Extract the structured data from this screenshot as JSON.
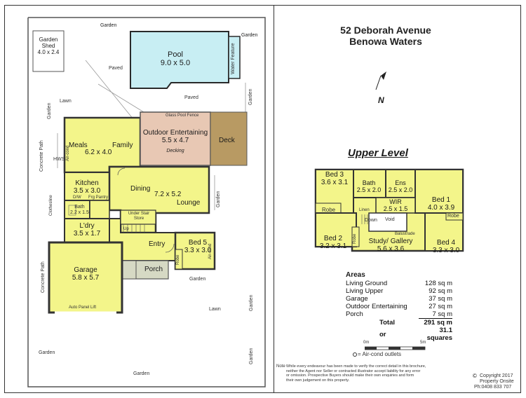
{
  "header": {
    "address_line1": "52 Deborah Avenue",
    "address_line2": "Benowa Waters"
  },
  "compass": {
    "north_label": "N"
  },
  "upper_level_title": "Upper Level",
  "ground": {
    "garden_shed": [
      "Garden",
      "Shed",
      "4.0 x 2.4"
    ],
    "pool": {
      "name": "Pool",
      "size": "9.0 x 5.0"
    },
    "water_feature": "Water Feature",
    "meals": {
      "name": "Meals",
      "size": "6.2 x 4.0"
    },
    "family": "Family",
    "outdoor": {
      "name": "Outdoor Entertaining",
      "size": "5.5 x 4.7",
      "note": "Decking"
    },
    "glass_fence": "Glass Pool Fence",
    "deck": "Deck",
    "kitchen": {
      "name": "Kitchen",
      "size": "3.5 x 3.0"
    },
    "dining": {
      "name": "Dining",
      "size": "7.2 x 5.2",
      "lounge": "Lounge"
    },
    "bath": {
      "name": "Bath",
      "size": "2.2 x 1.5"
    },
    "ldry": {
      "name": "L'dry",
      "size": "3.5 x 1.7"
    },
    "under_stair": "Under Stair Store",
    "up": "Up",
    "entry": "Entry",
    "bed5": {
      "name": "Bed 5",
      "size": "3.3 x 3.0"
    },
    "robe": "Robe",
    "aircond": "Air-cond",
    "porch": "Porch",
    "garage": {
      "name": "Garage",
      "size": "5.8 x 5.7",
      "lift": "Auto Panel Lift"
    },
    "pantry": "Frg Pantry",
    "dw": "D/W",
    "hws": "HWS",
    "clothesline": "Clothesline",
    "concrete_path": "Concrete Path",
    "labels": {
      "garden": "Garden",
      "paved": "Paved",
      "lawn": "Lawn"
    }
  },
  "upper": {
    "bed3": {
      "name": "Bed 3",
      "size": "3.6 x 3.1"
    },
    "bath": {
      "name": "Bath",
      "size": "2.5 x 2.0"
    },
    "ens": {
      "name": "Ens",
      "size": "2.5 x 2.0"
    },
    "bed1": {
      "name": "Bed 1",
      "size": "4.0 x 3.9"
    },
    "wir": {
      "name": "WIR",
      "size": "2.5 x 1.5"
    },
    "robe": "Robe",
    "linen": "Linen",
    "void": "Void",
    "down": "Down",
    "balustrade": "Balustrade",
    "bed2": {
      "name": "Bed 2",
      "size": "3.2 x 3.1"
    },
    "study": {
      "name": "Study/ Gallery",
      "size": "5.6 x 3.6"
    },
    "bed4": {
      "name": "Bed 4",
      "size": "3.3 x 3.0"
    }
  },
  "areas": {
    "heading": "Areas",
    "rows": [
      {
        "label": "Living Ground",
        "value": "128 sq m"
      },
      {
        "label": "Living Upper",
        "value": "92 sq m"
      },
      {
        "label": "Garage",
        "value": "37 sq m"
      },
      {
        "label": "Outdoor Entertaining",
        "value": "27 sq m"
      },
      {
        "label": "Porch",
        "value": "7 sq m"
      }
    ],
    "total_label": "Total",
    "total_value": "291 sq m",
    "or_label": "or",
    "or_value": "31.1 squares"
  },
  "scale": {
    "start": "0m",
    "end": "5m"
  },
  "legend": "= Air-cond outlets",
  "note": {
    "label": "Note",
    "text": [
      "While every endeavour has been made to verify the correct detail in this brochure,",
      "neither the Agent nor Seller or contracted illustrator accept liability for any error",
      "or omission. Prospective Buyers should make their own enquiries and form",
      "their own judgement on this property."
    ]
  },
  "copyright": {
    "line1": "Copyright 2017",
    "line2": "Property Onsite",
    "line3": "Ph:0408 833 707"
  },
  "colors": {
    "room": "#f3f58a",
    "pool": "#c8eef3",
    "outdoor": "#e8c8b4",
    "deck": "#b89a63",
    "porch": "#d6d9c4",
    "wall": "#3a3a3a"
  }
}
